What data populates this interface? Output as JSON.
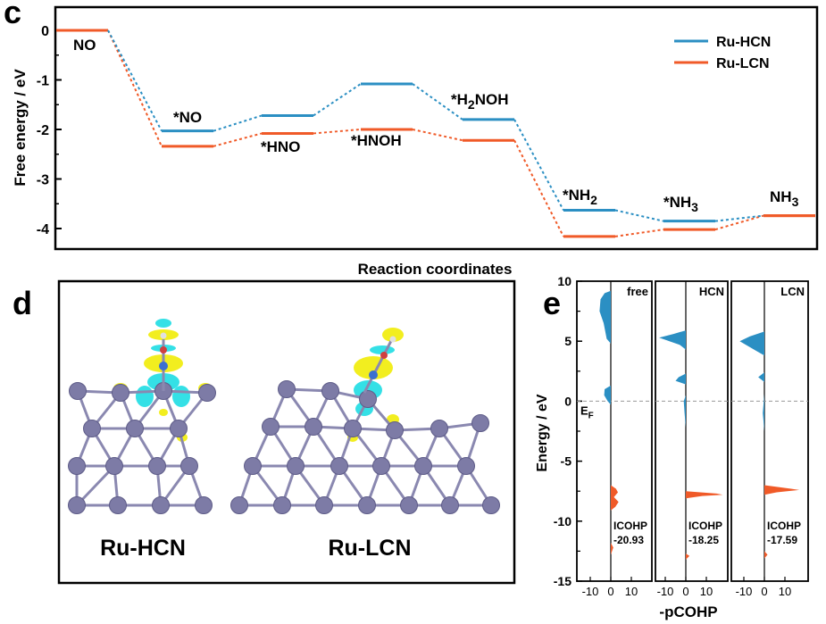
{
  "panels": {
    "c": "c",
    "d": "d",
    "e": "e"
  },
  "colors": {
    "hcn": "#2b8fc3",
    "lcn": "#f05a28",
    "atom": "#7d7ba6",
    "bond": "#8a88b0",
    "yellow": "#f2ee1f",
    "cyan": "#34e0e6"
  },
  "chart_data": [
    {
      "type": "line",
      "title": "",
      "xlabel": "Reaction coordinates",
      "ylabel": "Free energy / eV",
      "ylim": [
        -4.4,
        0.4
      ],
      "yticks": [
        "0",
        "-1",
        "-2",
        "-3",
        "-4"
      ],
      "steps": [
        "NO",
        "*NO",
        "*HNO",
        "*HNOH",
        "*H2NOH",
        "*NH2",
        "*NH3",
        "NH3"
      ],
      "step_labels": [
        {
          "text": "NO"
        },
        {
          "text": "*NO"
        },
        {
          "text": "*HNO"
        },
        {
          "text": "*HNOH"
        },
        {
          "text": "*H",
          "sub": "2",
          "tail": "NOH"
        },
        {
          "text": "*NH",
          "sub": "2",
          "tail": ""
        },
        {
          "text": "*NH",
          "sub": "3",
          "tail": ""
        },
        {
          "text": "NH",
          "sub": "3",
          "tail": ""
        }
      ],
      "series": [
        {
          "name": "Ru-HCN",
          "values": [
            0,
            -2.03,
            -1.72,
            -1.08,
            -1.8,
            -3.63,
            -3.85,
            -3.74
          ]
        },
        {
          "name": "Ru-LCN",
          "values": [
            0,
            -2.34,
            -2.08,
            -2.0,
            -2.22,
            -4.16,
            -4.02,
            -3.74
          ]
        }
      ],
      "legend": "top-right"
    },
    {
      "type": "area",
      "ylabel": "Energy / eV",
      "xlabel": "-pCOHP",
      "ylim": [
        -15,
        10
      ],
      "yticks": [
        "10",
        "5",
        "0",
        "-5",
        "-10",
        "-15"
      ],
      "xticks": [
        "-10",
        "0",
        "10"
      ],
      "fermi_label": "E",
      "fermi_sub": "F",
      "subpanels": [
        {
          "name": "free",
          "icohp_label": "ICOHP",
          "icohp": "-20.93"
        },
        {
          "name": "HCN",
          "icohp_label": "ICOHP",
          "icohp": "-18.25"
        },
        {
          "name": "LCN",
          "icohp_label": "ICOHP",
          "icohp": "-17.59"
        }
      ]
    }
  ],
  "structures": [
    {
      "label": "Ru-HCN"
    },
    {
      "label": "Ru-LCN"
    }
  ]
}
